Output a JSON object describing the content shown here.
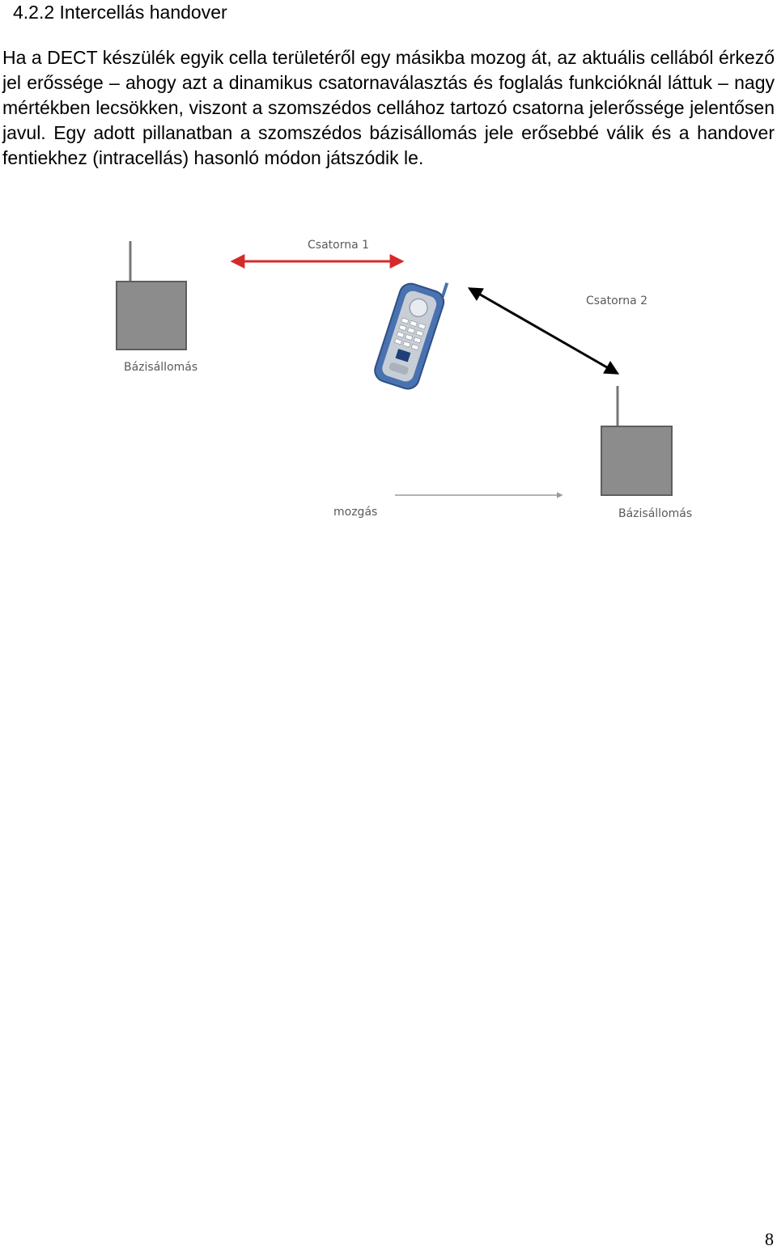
{
  "heading": "4.2.2 Intercellás handover",
  "paragraph": "Ha a DECT készülék egyik cella területéről egy másikba mozog át, az aktuális cellából érkező jel erőssége – ahogy azt a dinamikus csatornaválasztás és foglalás funkcióknál láttuk – nagy mértékben lecsökken, viszont a szomszédos cellához tartozó csatorna jelerőssége jelentősen javul. Egy adott pillanatban a szomszédos bázisállomás jele erősebbé válik és a handover fentiekhez (intracellás) hasonló módon játszódik le.",
  "figure": {
    "channel1_label": "Csatorna 1",
    "channel2_label": "Csatorna 2",
    "base_station1_label": "Bázisállomás",
    "base_station2_label": "Bázisállomás",
    "movement_label": "mozgás",
    "channel1_color": "#d42a2a",
    "channel2_color": "#000000",
    "station_color": "#8c8c8c",
    "phone_color": "#4a72b0",
    "icons": [
      "base-station-icon",
      "phone-icon",
      "arrow-icon"
    ]
  },
  "page_number": "8"
}
